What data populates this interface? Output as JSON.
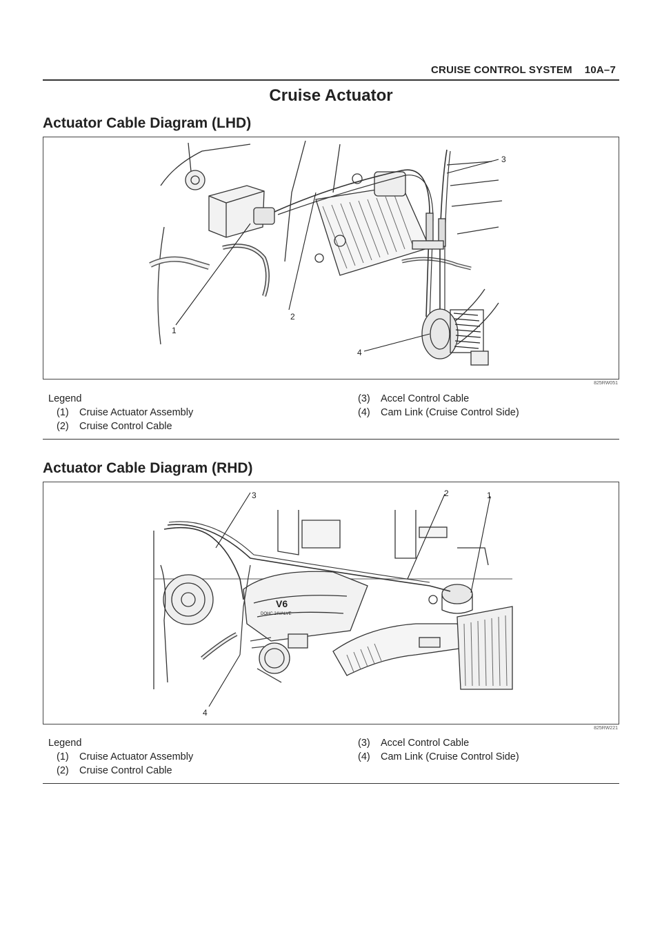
{
  "header": {
    "section": "CRUISE CONTROL SYSTEM",
    "page": "10A–7"
  },
  "title": "Cruise Actuator",
  "diagrams": [
    {
      "heading": "Actuator Cable Diagram (LHD)",
      "figure_code": "825RW051",
      "callouts": [
        "1",
        "2",
        "3",
        "4"
      ],
      "legend": {
        "label": "Legend",
        "items": [
          {
            "num": "(1)",
            "text": "Cruise Actuator Assembly"
          },
          {
            "num": "(2)",
            "text": "Cruise Control Cable"
          },
          {
            "num": "(3)",
            "text": "Accel Control Cable"
          },
          {
            "num": "(4)",
            "text": "Cam Link (Cruise Control Side)"
          }
        ]
      }
    },
    {
      "heading": "Actuator Cable Diagram (RHD)",
      "figure_code": "825RW221",
      "engine_text": "V6",
      "engine_subtext": "DOHC 24VALVE",
      "callouts": [
        "3",
        "2",
        "1",
        "4"
      ],
      "legend": {
        "label": "Legend",
        "items": [
          {
            "num": "(1)",
            "text": "Cruise Actuator Assembly"
          },
          {
            "num": "(2)",
            "text": "Cruise Control Cable"
          },
          {
            "num": "(3)",
            "text": "Accel Control Cable"
          },
          {
            "num": "(4)",
            "text": "Cam Link (Cruise Control Side)"
          }
        ]
      }
    }
  ]
}
